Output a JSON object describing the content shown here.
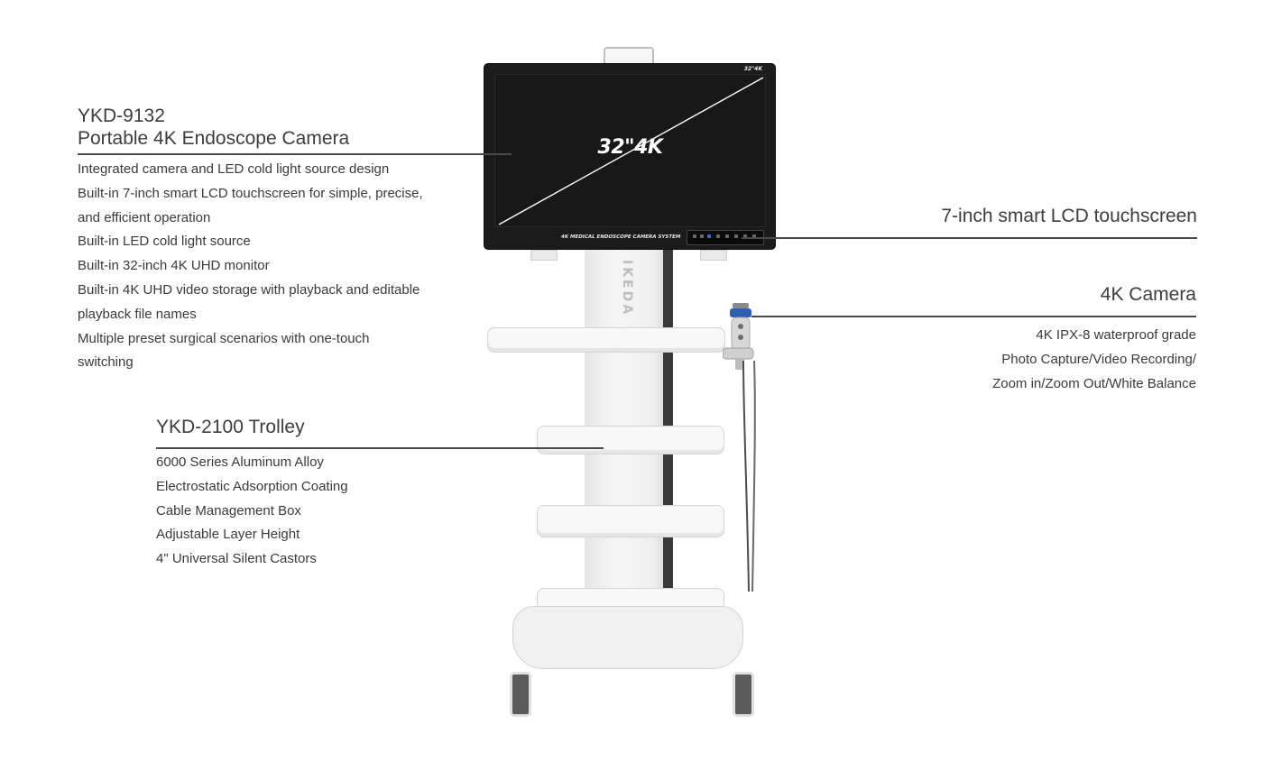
{
  "left_block": {
    "model": "YKD-9132",
    "title": "Portable 4K Endoscope Camera",
    "features": [
      "Integrated camera and LED cold light source design",
      "Built-in 7-inch smart LCD touchscreen for simple, precise,",
      "and efficient operation",
      "Built-in LED cold light source",
      "Built-in 32-inch 4K UHD monitor",
      "Built-in 4K UHD video storage with playback and editable",
      "playback file names",
      "Multiple preset surgical scenarios with one-touch",
      "switching"
    ]
  },
  "trolley_block": {
    "title": "YKD-2100 Trolley",
    "features": [
      "6000 Series Aluminum Alloy",
      "Electrostatic Adsorption Coating",
      "Cable Management Box",
      "Adjustable Layer Height",
      "4\" Universal Silent Castors"
    ]
  },
  "lcd_block": {
    "title": "7-inch smart LCD touchscreen"
  },
  "camera_block": {
    "title": "4K Camera",
    "features": [
      "4K IPX-8 waterproof grade",
      "Photo Capture/Video Recording/",
      "Zoom in/Zoom Out/White Balance"
    ]
  },
  "product": {
    "screen_text": "32\"4K",
    "corner_label": "32\"4K",
    "bezel_label": "4K MEDICAL ENDOSCOPE CAMERA SYSTEM",
    "brand": "IKEDA"
  }
}
